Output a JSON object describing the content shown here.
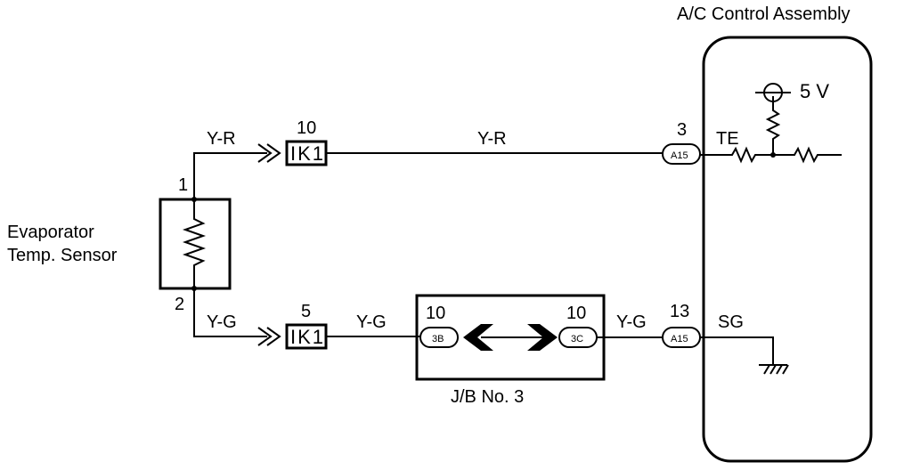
{
  "diagram": {
    "title": "A/C Control Assembly",
    "sensor_label_line1": "Evaporator",
    "sensor_label_line2": "Temp. Sensor",
    "sensor_pin_top": "1",
    "sensor_pin_bottom": "2",
    "wire_top_left": "Y-R",
    "wire_top_mid": "Y-R",
    "wire_bot_left": "Y-G",
    "wire_bot_mid": "Y-G",
    "wire_bot_right": "Y-G",
    "connector_top_num": "10",
    "connector_top_label": "IK1",
    "connector_bot_num": "5",
    "connector_bot_label": "IK1",
    "jb_label": "J/B No. 3",
    "jb_left_num": "10",
    "jb_left_pill": "3B",
    "jb_right_num": "10",
    "jb_right_pill": "3C",
    "ecu_top_num": "3",
    "ecu_top_pill": "A15",
    "ecu_bot_num": "13",
    "ecu_bot_pill": "A15",
    "te_label": "TE",
    "sg_label": "SG",
    "voltage_label": "5 V"
  }
}
